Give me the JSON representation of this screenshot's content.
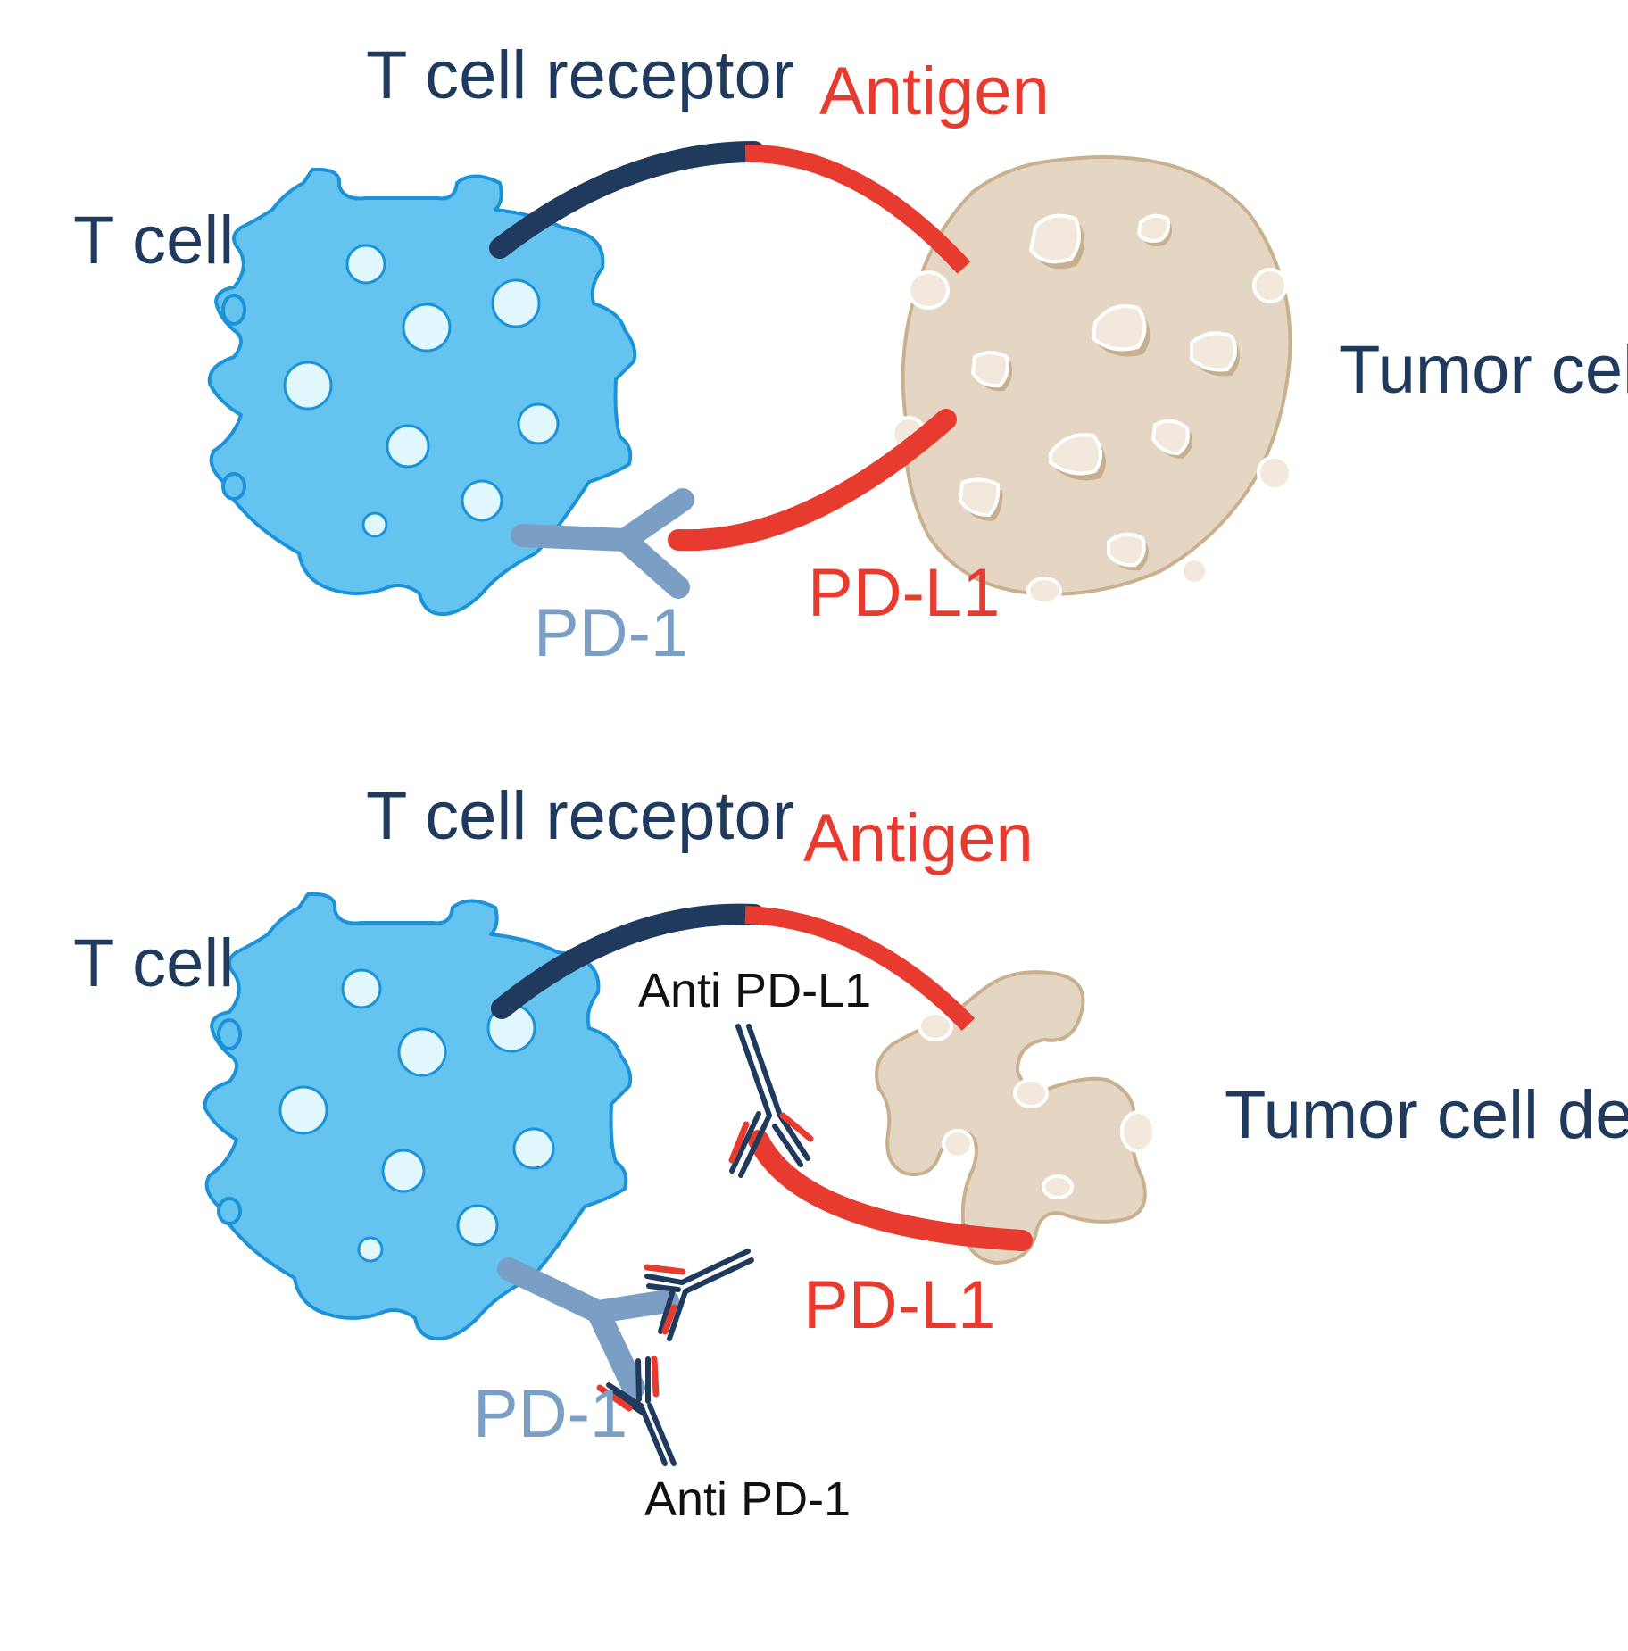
{
  "colors": {
    "navy": "#1f3a5c",
    "red": "#e63b2e",
    "tcell_fill": "#64c3ef",
    "tcell_stroke": "#1c93d9",
    "tcell_vesicle": "#e0f8fd",
    "pd1": "#7b9fc4",
    "tumor_fill": "#e5d6c4",
    "tumor_stroke": "#c9b08f",
    "tumor_spot": "#f2e9dc",
    "tumor_spot_shadow": "#c7b090",
    "antibody": "#1f3a5c"
  },
  "top_panel": {
    "tcell_label": "T cell",
    "receptor_label": "T cell receptor",
    "antigen_label": "Antigen",
    "tumor_label": "Tumor cell",
    "pd1_label": "PD-1",
    "pdl1_label": "PD-L1"
  },
  "bottom_panel": {
    "tcell_label": "T cell",
    "receptor_label": "T cell receptor",
    "antigen_label": "Antigen",
    "tumor_label": "Tumor cell death",
    "pd1_label": "PD-1",
    "pdl1_label": "PD-L1",
    "anti_pdl1_label": "Anti PD-L1",
    "anti_pd1_label": "Anti PD-1"
  }
}
